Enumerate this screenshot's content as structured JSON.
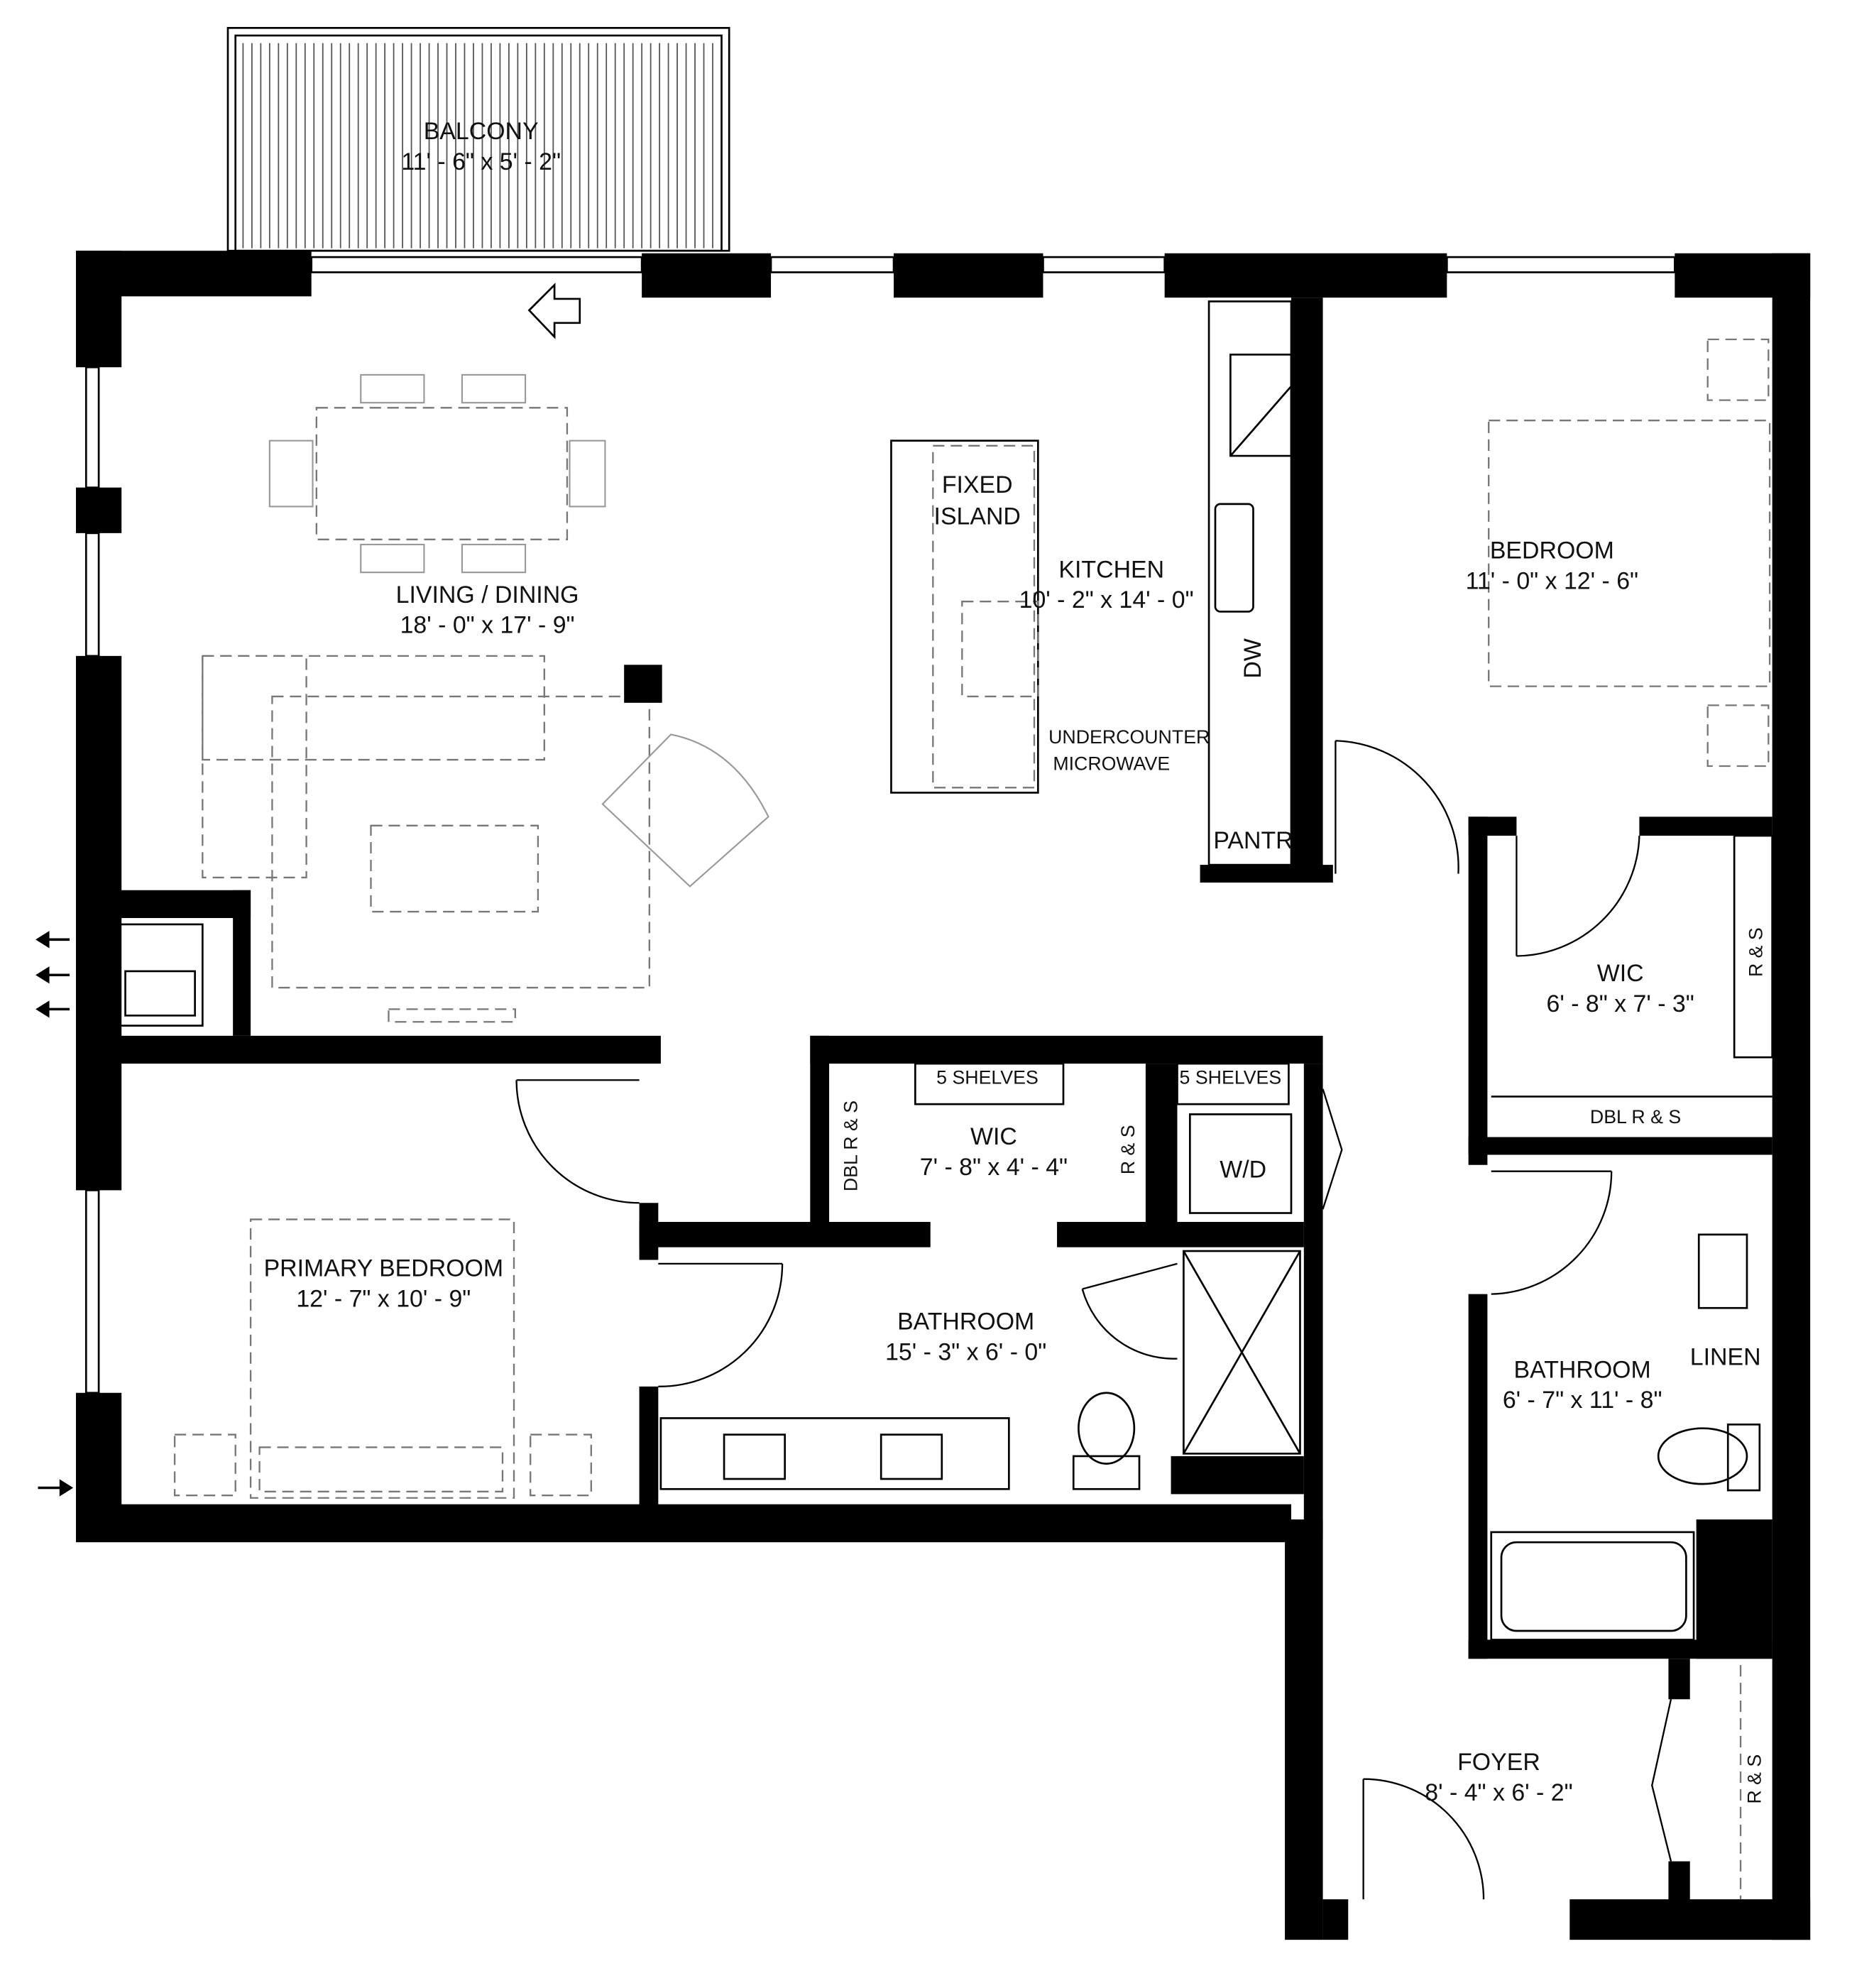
{
  "rooms": {
    "balcony": {
      "name": "BALCONY",
      "dims": "11' - 6\" x 5' - 2\""
    },
    "living": {
      "name": "LIVING / DINING",
      "dims": "18' - 0\" x 17' - 9\""
    },
    "kitchen": {
      "name": "KITCHEN",
      "dims": "10' - 2\" x 14' - 0\""
    },
    "bedroom": {
      "name": "BEDROOM",
      "dims": "11' - 0\" x 12' - 6\""
    },
    "wic_bedroom": {
      "name": "WIC",
      "dims": "6' - 8\" x 7' - 3\""
    },
    "primary_bedroom": {
      "name": "PRIMARY BEDROOM",
      "dims": "12' - 7\" x 10' - 9\""
    },
    "wic_primary": {
      "name": "WIC",
      "dims": "7' - 8\" x 4' - 4\""
    },
    "bathroom_primary": {
      "name": "BATHROOM",
      "dims": "15' - 3\" x 6' - 0\""
    },
    "bathroom": {
      "name": "BATHROOM",
      "dims": "6' - 7\" x 11' - 8\""
    },
    "foyer": {
      "name": "FOYER",
      "dims": "8' - 4\" x 6' - 2\""
    }
  },
  "fixtures": {
    "fixed_island_1": "FIXED",
    "fixed_island_2": "ISLAND",
    "microwave_1": "UNDERCOUNTER",
    "microwave_2": "MICROWAVE",
    "pantry": "PANTR",
    "dishwasher": "DW",
    "washer_dryer": "W/D",
    "shelves_wic": "5  SHELVES",
    "shelves_laundry": "5  SHELVES",
    "dbl_rs_wic": "DBL R & S",
    "rs_wic": "R & S",
    "rs_bedroom_wic": "R & S",
    "dbl_rs_bedroom_wic": "DBL R & S",
    "rs_foyer": "R & S",
    "linen": "LINEN"
  },
  "icons": [
    "north-arrow-icon",
    "vent-arrow-icon",
    "entry-arrow-icon"
  ]
}
